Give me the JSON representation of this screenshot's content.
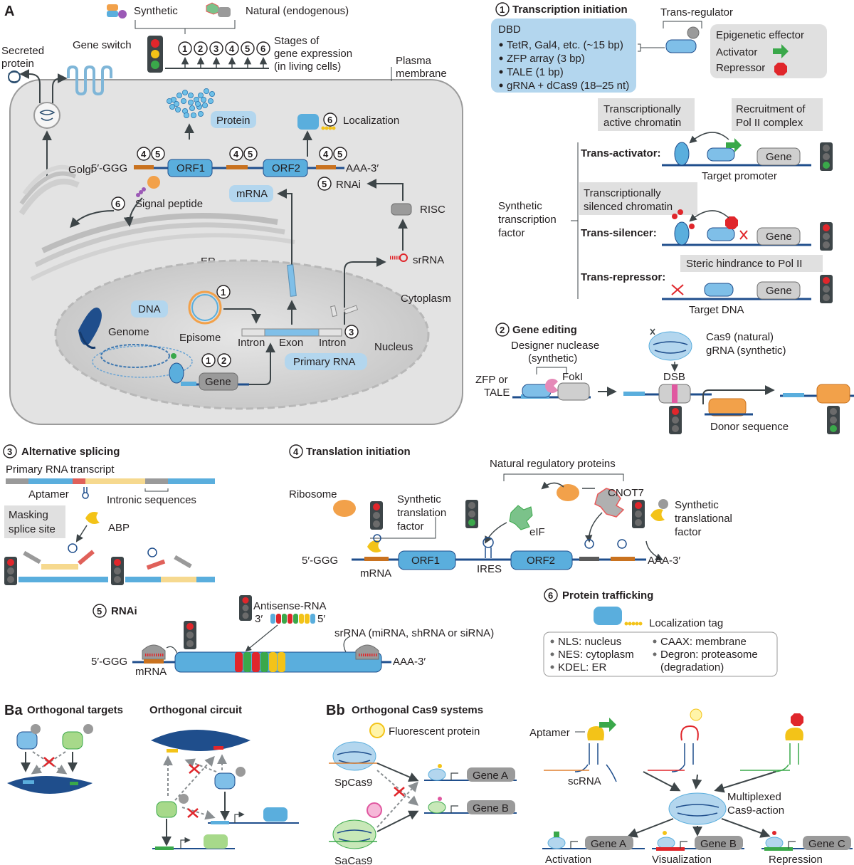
{
  "panels": {
    "A": "A",
    "Ba": "Ba",
    "Bb": "Bb"
  },
  "legend": {
    "synthetic": "Synthetic",
    "natural": "Natural (endogenous)",
    "gene_switch": "Gene switch",
    "stages_line1": "Stages of",
    "stages_line2": "gene expression",
    "stages_line3": "(in living cells)",
    "stage_numbers": [
      "1",
      "2",
      "3",
      "4",
      "5",
      "6"
    ]
  },
  "cell": {
    "secreted_protein_1": "Secreted",
    "secreted_protein_2": "protein",
    "plasma_membrane_1": "Plasma",
    "plasma_membrane_2": "membrane",
    "golgi": "Golgi",
    "protein": "Protein",
    "localization": "Localization",
    "five_ggg": "5′-GGG",
    "orf1": "ORF1",
    "orf2": "ORF2",
    "aaa3": "AAA-3′",
    "signal_peptide": "Signal peptide",
    "mrna": "mRNA",
    "rnai": "RNAi",
    "risc": "RISC",
    "er": "ER",
    "srrna": "srRNA",
    "cytoplasm": "Cytoplasm",
    "dna": "DNA",
    "genome": "Genome",
    "episome": "Episome",
    "intron": "Intron",
    "exon": "Exon",
    "nucleus": "Nucleus",
    "primary_rna": "Primary RNA",
    "gene": "Gene"
  },
  "transcription": {
    "title": "Transcription initiation",
    "trans_regulator": "Trans-regulator",
    "dbd": "DBD",
    "dbd_items": [
      "TetR, Gal4, etc. (~15 bp)",
      "ZFP array (3 bp)",
      "TALE (1 bp)",
      "gRNA + dCas9 (18–25 nt)"
    ],
    "epigenetic_effector": "Epigenetic effector",
    "activator": "Activator",
    "repressor": "Repressor",
    "active_chromatin_1": "Transcriptionally",
    "active_chromatin_2": "active chromatin",
    "recruitment_1": "Recruitment of",
    "recruitment_2": "Pol II complex",
    "trans_activator": "Trans-activator:",
    "target_promoter": "Target promoter",
    "silenced_1": "Transcriptionally",
    "silenced_2": "silenced chromatin",
    "stf_1": "Synthetic",
    "stf_2": "transcription",
    "stf_3": "factor",
    "trans_silencer": "Trans-silencer:",
    "trans_repressor": "Trans-repressor:",
    "steric": "Steric hindrance to Pol II",
    "target_dna": "Target DNA",
    "gene": "Gene"
  },
  "editing": {
    "title": "Gene editing",
    "designer_1": "Designer nuclease",
    "designer_2": "(synthetic)",
    "cas9_natural": "Cas9 (natural)",
    "grna_synthetic": "gRNA (synthetic)",
    "zfp_or": "ZFP or",
    "tale": "TALE",
    "foki": "FokI",
    "dsb": "DSB",
    "donor": "Donor sequence"
  },
  "splicing": {
    "title": "Alternative splicing",
    "primary_transcript": "Primary RNA transcript",
    "aptamer": "Aptamer",
    "intronic": "Intronic sequences",
    "masking_1": "Masking",
    "masking_2": "splice site",
    "abp": "ABP"
  },
  "translation": {
    "title": "Translation initiation",
    "natural_regulatory": "Natural  regulatory proteins",
    "ribosome": "Ribosome",
    "stf_1": "Synthetic",
    "stf_2": "translation",
    "stf_3": "factor",
    "cnot7": "CNOT7",
    "eif": "eIF",
    "sttf_1": "Synthetic",
    "sttf_2": "translational",
    "sttf_3": "factor",
    "five_ggg": "5′-GGG",
    "orf1": "ORF1",
    "orf2": "ORF2",
    "ires": "IRES",
    "aaa3": "AAA-3′",
    "mrna": "mRNA"
  },
  "rnai": {
    "title": "RNAi",
    "antisense": "Antisense-RNA",
    "three": "3′",
    "five": "5′",
    "srrna": "srRNA (miRNA, shRNA or siRNA)",
    "five_ggg": "5′-GGG",
    "aaa3": "AAA-3′",
    "mrna": "mRNA"
  },
  "trafficking": {
    "title": "Protein trafficking",
    "tag": "Localization tag",
    "items_left": [
      "NLS: nucleus",
      "NES: cytoplasm",
      "KDEL: ER"
    ],
    "items_right": [
      "CAAX: membrane",
      "Degron: proteasome",
      "(degradation)"
    ]
  },
  "orthogonal": {
    "targets": "Orthogonal targets",
    "circuit": "Orthogonal circuit",
    "cas9_systems": "Orthogonal Cas9 systems",
    "fluorescent": "Fluorescent protein",
    "spcas9": "SpCas9",
    "sacas9": "SaCas9",
    "gene_a": "Gene A",
    "gene_b": "Gene B",
    "gene_c": "Gene C",
    "aptamer": "Aptamer",
    "scrna": "scRNA",
    "multiplexed_1": "Multiplexed",
    "multiplexed_2": "Cas9-action",
    "activation": "Activation",
    "visualization": "Visualization",
    "repression": "Repression"
  },
  "colors": {
    "blue": "#5aaedd",
    "light_blue": "#bcdcf2",
    "dark_blue": "#1f4e8c",
    "cell_gray": "#d9d9d9",
    "orange": "#f2a14a",
    "green": "#3aa84a",
    "red": "#e0262b",
    "yellow": "#f3c318"
  }
}
